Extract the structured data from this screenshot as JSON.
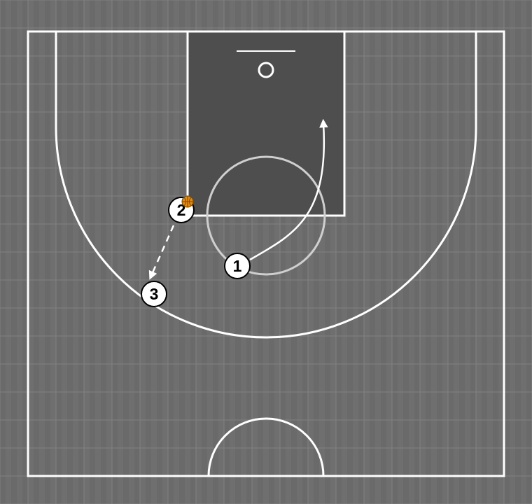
{
  "diagram": {
    "type": "basketball-half-court-play",
    "colors": {
      "floor": "#6f6f6f",
      "floor_stripe_dark": "#666666",
      "grid_line": "#8a8a8a",
      "court_line": "#ffffff",
      "paint": "#4e4e4e",
      "free_throw_circle": "#cfcfcf",
      "ball": "#e08a1a",
      "player_fill": "#ffffff",
      "player_stroke": "#000000"
    },
    "players": [
      {
        "id": "player-1",
        "label": "1"
      },
      {
        "id": "player-2",
        "label": "2",
        "has_ball": true
      },
      {
        "id": "player-3",
        "label": "3"
      }
    ],
    "actions": [
      {
        "id": "cut-1",
        "from": "1",
        "kind": "cut",
        "style": "solid-curved-arrow"
      },
      {
        "id": "pass-2-3",
        "from": "2",
        "to": "3",
        "kind": "pass",
        "style": "dashed-arrow"
      }
    ]
  }
}
